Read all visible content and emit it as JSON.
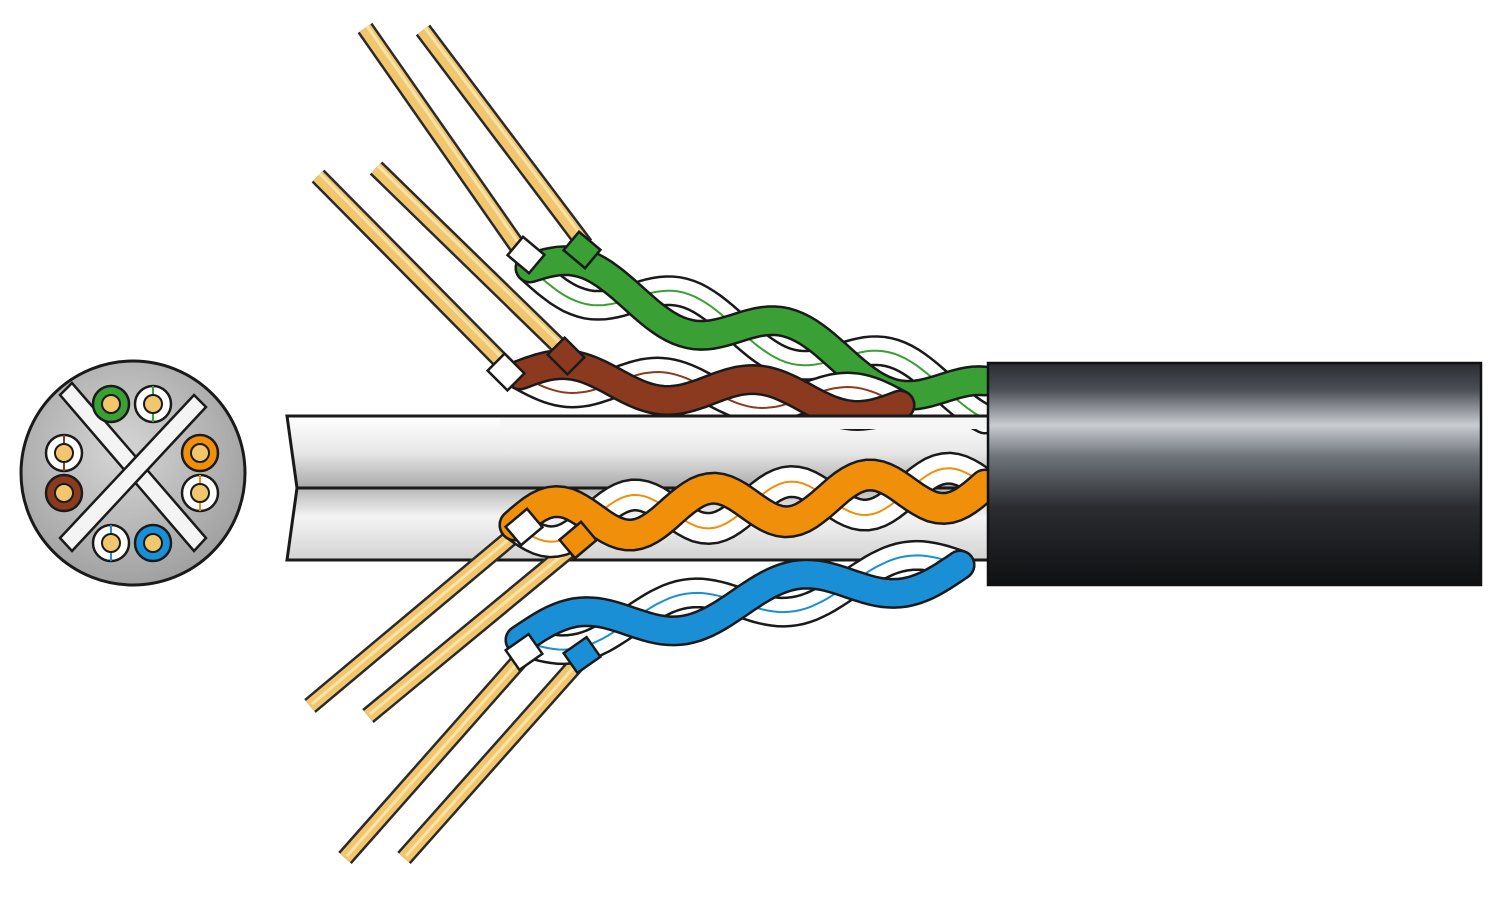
{
  "diagram": {
    "subject": "cable-cutaway",
    "colors": {
      "jacket_dark": "#1c1e22",
      "jacket_highlight": "#c9cdd2",
      "separator_light": "#ececec",
      "separator_shadow": "#9a9a9a",
      "copper": "#f2c66d",
      "copper_edge": "#2a2a2a",
      "outline": "#1a1a1a",
      "white_insulation": "#ffffff",
      "cross_section_fill": "#b3b3b3"
    },
    "pairs": [
      {
        "name": "green",
        "color": "#3a9f35"
      },
      {
        "name": "brown",
        "color": "#8b3a1f"
      },
      {
        "name": "orange",
        "color": "#f0900a"
      },
      {
        "name": "blue",
        "color": "#1a8fd6"
      }
    ]
  }
}
